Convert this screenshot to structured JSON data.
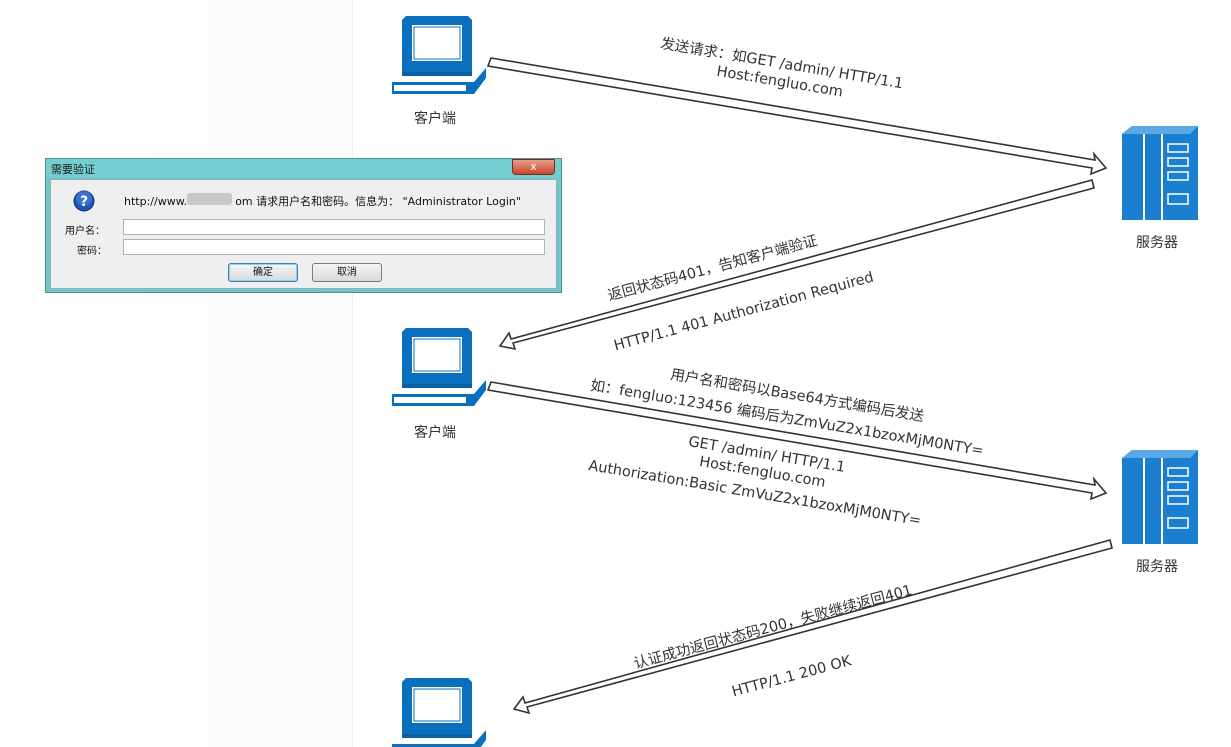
{
  "dialog": {
    "title": "需要验证",
    "close_label": "x",
    "message_prefix": "http://www.",
    "message_suffix": "om 请求用户名和密码。信息为： \"Administrator Login\"",
    "username_label": "用户名：",
    "password_label": "密码：",
    "ok_label": "确定",
    "cancel_label": "取消"
  },
  "nodes": {
    "client_label": "客户端",
    "server_label": "服务器"
  },
  "messages": {
    "m1": [
      "发送请求：如GET /admin/ HTTP/1.1",
      "Host:fengluo.com"
    ],
    "m2a": "返回状态码401，告知客户端验证",
    "m2b": "HTTP/1.1 401 Authorization Required",
    "m3": [
      "用户名和密码以Base64方式编码后发送",
      "如：fengluo:123456  编码后为ZmVuZ2x1bzoxMjM0NTY=",
      "GET /admin/ HTTP/1.1",
      "Host:fengluo.com",
      "Authorization:Basic ZmVuZ2x1bzoxMjM0NTY="
    ],
    "m4a": "认证成功返回状态码200，失败继续返回401",
    "m4b": "HTTP/1.1 200 OK"
  },
  "colors": {
    "device_blue": "#0a6fbd",
    "server_blue": "#1a7fd0",
    "arrow_outline": "#333333"
  }
}
